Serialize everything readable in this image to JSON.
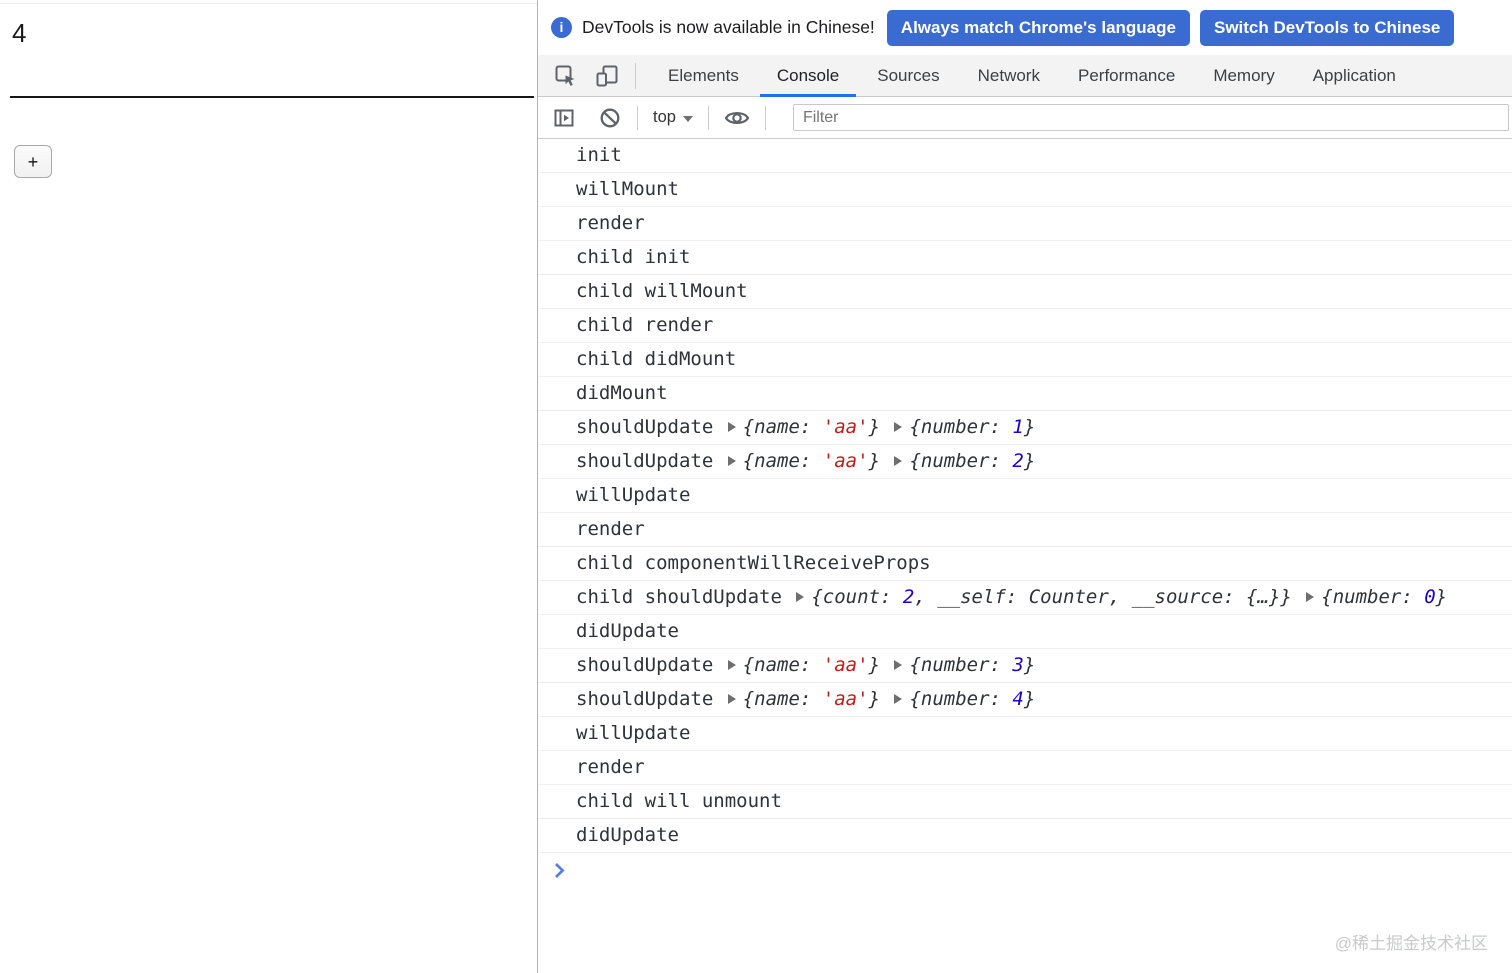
{
  "page": {
    "counter_value": "4",
    "increment_button_label": "+"
  },
  "devtools": {
    "infobar": {
      "icon": "info-icon",
      "message": "DevTools is now available in Chinese!",
      "buttons": [
        {
          "label": "Always match Chrome's language"
        },
        {
          "label": "Switch DevTools to Chinese"
        }
      ],
      "button_color": "#3a6bd1"
    },
    "tabbar_icons": [
      "inspect-element-icon",
      "toggle-device-toolbar-icon"
    ],
    "tabs": [
      {
        "label": "Elements",
        "active": false
      },
      {
        "label": "Console",
        "active": true
      },
      {
        "label": "Sources",
        "active": false
      },
      {
        "label": "Network",
        "active": false
      },
      {
        "label": "Performance",
        "active": false
      },
      {
        "label": "Memory",
        "active": false
      },
      {
        "label": "Application",
        "active": false
      }
    ],
    "active_tab_underline_color": "#1a73e8",
    "toolbar": {
      "icons": [
        "show-console-sidebar-icon",
        "clear-console-icon",
        "eye-icon"
      ],
      "context": "top",
      "filter_placeholder": "Filter"
    },
    "console_rows": [
      [
        [
          "p",
          "init"
        ]
      ],
      [
        [
          "p",
          "willMount"
        ]
      ],
      [
        [
          "p",
          "render"
        ]
      ],
      [
        [
          "p",
          "child init"
        ]
      ],
      [
        [
          "p",
          "child willMount"
        ]
      ],
      [
        [
          "p",
          "child render"
        ]
      ],
      [
        [
          "p",
          "child didMount"
        ]
      ],
      [
        [
          "p",
          "didMount"
        ]
      ],
      [
        [
          "p",
          "shouldUpdate "
        ],
        [
          "e",
          ""
        ],
        [
          "o",
          "{name: "
        ],
        [
          "s",
          "'aa'"
        ],
        [
          "o",
          "} "
        ],
        [
          "e",
          ""
        ],
        [
          "o",
          "{number: "
        ],
        [
          "n",
          "1"
        ],
        [
          "o",
          "}"
        ]
      ],
      [
        [
          "p",
          "shouldUpdate "
        ],
        [
          "e",
          ""
        ],
        [
          "o",
          "{name: "
        ],
        [
          "s",
          "'aa'"
        ],
        [
          "o",
          "} "
        ],
        [
          "e",
          ""
        ],
        [
          "o",
          "{number: "
        ],
        [
          "n",
          "2"
        ],
        [
          "o",
          "}"
        ]
      ],
      [
        [
          "p",
          "willUpdate"
        ]
      ],
      [
        [
          "p",
          "render"
        ]
      ],
      [
        [
          "p",
          "child componentWillReceiveProps"
        ]
      ],
      [
        [
          "p",
          "child shouldUpdate "
        ],
        [
          "e",
          ""
        ],
        [
          "o",
          "{count: "
        ],
        [
          "n",
          "2"
        ],
        [
          "o",
          ", __self: Counter, __source: {…}} "
        ],
        [
          "e",
          ""
        ],
        [
          "o",
          "{number: "
        ],
        [
          "n",
          "0"
        ],
        [
          "o",
          "}"
        ]
      ],
      [
        [
          "p",
          "didUpdate"
        ]
      ],
      [
        [
          "p",
          "shouldUpdate "
        ],
        [
          "e",
          ""
        ],
        [
          "o",
          "{name: "
        ],
        [
          "s",
          "'aa'"
        ],
        [
          "o",
          "} "
        ],
        [
          "e",
          ""
        ],
        [
          "o",
          "{number: "
        ],
        [
          "n",
          "3"
        ],
        [
          "o",
          "}"
        ]
      ],
      [
        [
          "p",
          "shouldUpdate "
        ],
        [
          "e",
          ""
        ],
        [
          "o",
          "{name: "
        ],
        [
          "s",
          "'aa'"
        ],
        [
          "o",
          "} "
        ],
        [
          "e",
          ""
        ],
        [
          "o",
          "{number: "
        ],
        [
          "n",
          "4"
        ],
        [
          "o",
          "}"
        ]
      ],
      [
        [
          "p",
          "willUpdate"
        ]
      ],
      [
        [
          "p",
          "render"
        ]
      ],
      [
        [
          "p",
          "child will unmount"
        ]
      ],
      [
        [
          "p",
          "didUpdate"
        ]
      ]
    ],
    "prompt_icon": "console-prompt-chevron-icon",
    "text_colors": {
      "plain": "#2f3337",
      "string": "#c41a16",
      "number": "#1c00cf"
    }
  },
  "watermark": "@稀土掘金技术社区"
}
